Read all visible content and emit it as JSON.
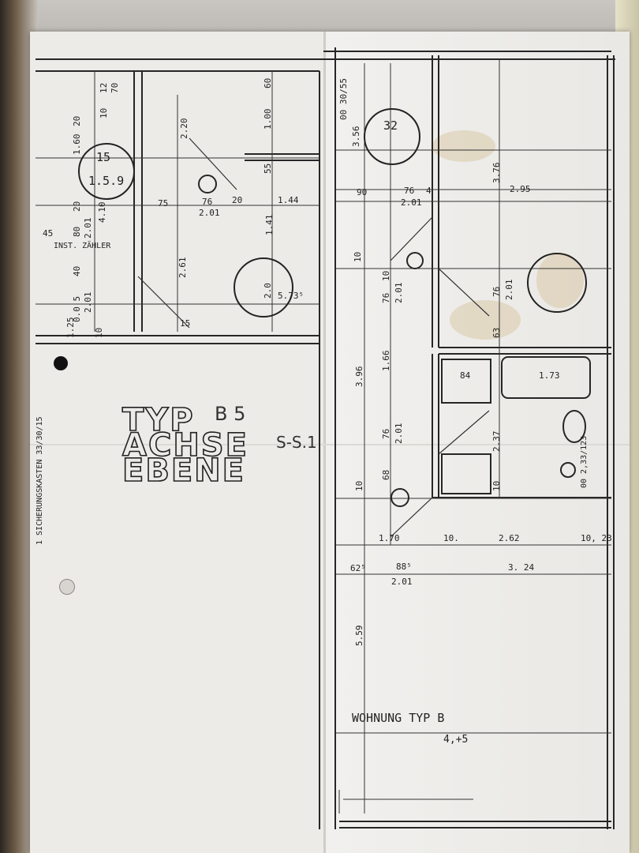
{
  "plan": {
    "type_label": "TYP",
    "type_value": "B 5",
    "axis_label": "ACHSE",
    "axis_value": "S-S.1",
    "level_label": "EBENE",
    "apartment_label": "WOHNUNG TYP B",
    "apartment_value": "4,+5",
    "side_note": "1 SICHERUNGSKASTEN 33/30/15",
    "meter_note": "INST. ZÄHLER",
    "circle_labels": [
      "15",
      "1.5.9",
      "32"
    ],
    "dimensions": {
      "d_1_60": "1.60",
      "d_20_a": "20",
      "d_10_a": "10",
      "d_12": "12",
      "d_70": "70",
      "d_2_20": "2.20",
      "d_60": "60",
      "d_1_00": "1.00",
      "d_3_56": "3.56",
      "d_00_30_55": "00 30/55",
      "d_55": "55",
      "d_4_10": "4.10",
      "d_80": "80",
      "d_2_01_a": "2.01",
      "d_20_b": "20",
      "d_75": "75",
      "d_76_a": "76",
      "d_2_01_b": "2.01",
      "d_20_c": "20",
      "d_1_44": "1.44",
      "d_1_41": "1.41",
      "d_90": "90",
      "d_76_b": "76",
      "d_2_01_c": "2.01",
      "d_4": "4",
      "d_3_76": "3.76",
      "d_2_95": "2.95",
      "d_45": "45",
      "d_40": "40",
      "d_2_61": "2.61",
      "d_2_0": "2.0",
      "d_5_73": "5.73⁵",
      "d_10_b": "10",
      "d_10_c": "10",
      "d_76_c": "76",
      "d_2_01_d": "2.01",
      "d_76_d": "76",
      "d_2_01_e": "2.01",
      "d_0_05": "0.0 5",
      "d_2_01_f": "2.01",
      "d_1_25": "1.25",
      "d_10_d": "10",
      "d_15": "15",
      "d_63": "63",
      "d_3_96": "3.96",
      "d_1_66": "1.66",
      "d_84": "84",
      "d_1_73": "1.73",
      "d_76_e": "76",
      "d_2_01_g": "2.01",
      "d_2_37": "2.37",
      "d_00_2_33": "00 2,33/123",
      "d_10_e": "10",
      "d_68": "68",
      "d_10_f": "10",
      "d_1_70": "1.70",
      "d_10_g": "10.",
      "d_2_62": "2.62",
      "d_10_23": "10, 23",
      "d_62_5": "62⁵",
      "d_88_5": "88⁵",
      "d_2_01_h": "2.01",
      "d_3_24": "3. 24",
      "d_5_59": "5.59"
    }
  }
}
